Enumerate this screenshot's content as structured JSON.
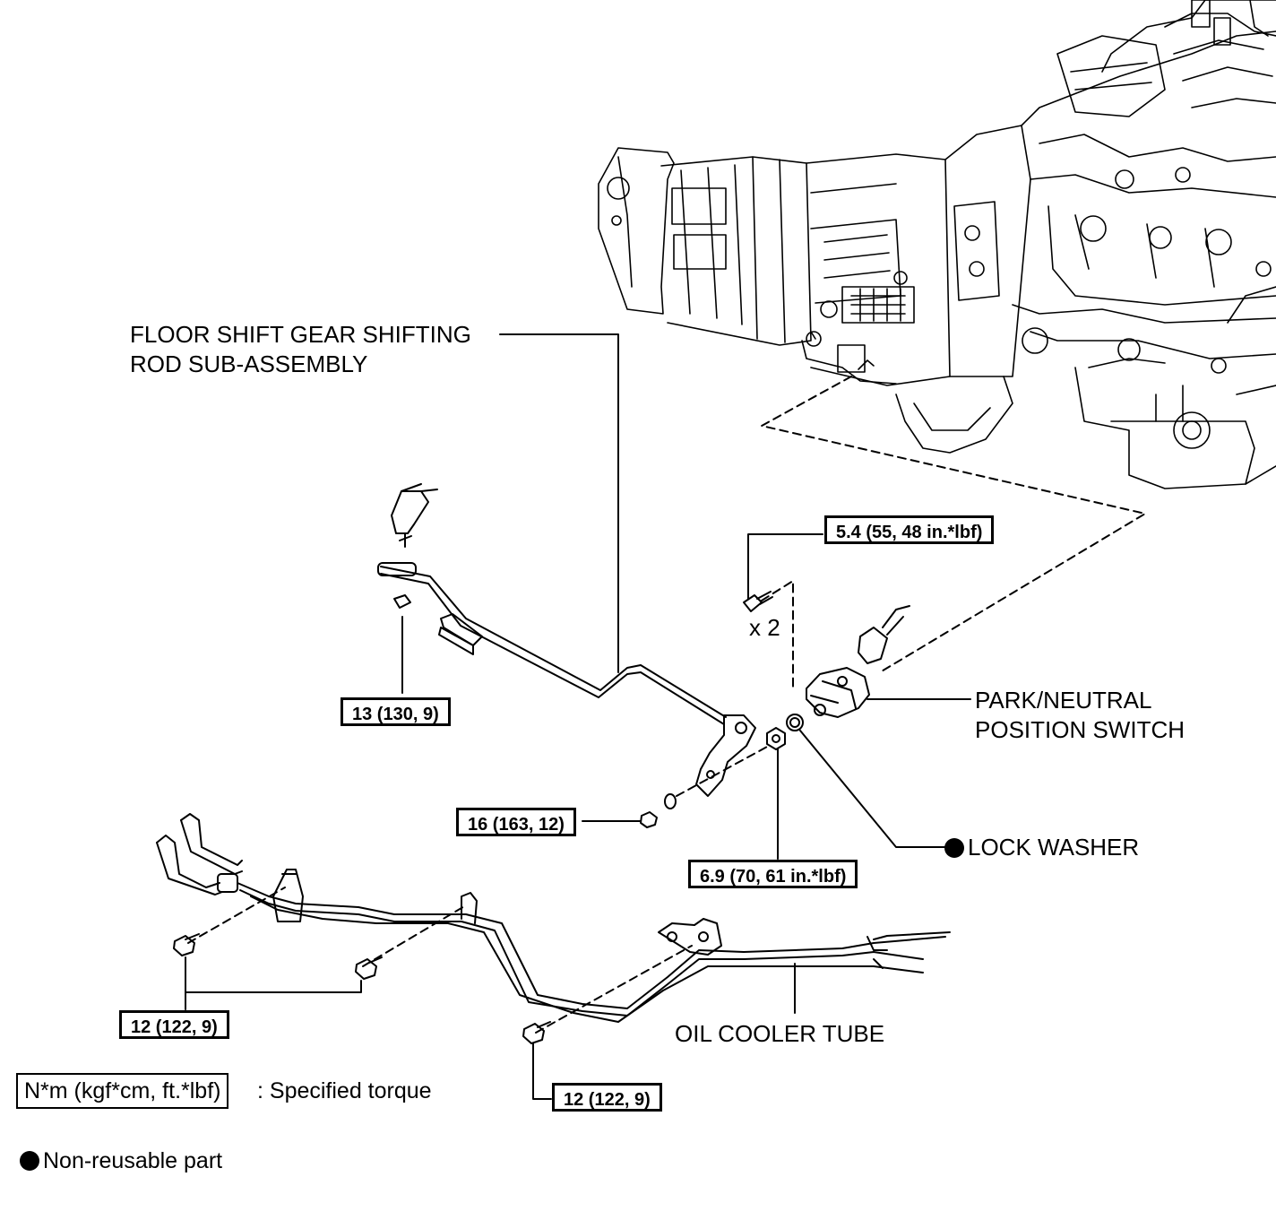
{
  "labels": {
    "shift_rod_line1": "FLOOR SHIFT GEAR SHIFTING",
    "shift_rod_line2": "ROD SUB-ASSEMBLY",
    "pnp_switch_line1": "PARK/NEUTRAL",
    "pnp_switch_line2": "POSITION SWITCH",
    "lock_washer": "LOCK WASHER",
    "oil_cooler_tube": "OIL COOLER TUBE",
    "bolt_qty": "x 2"
  },
  "torques": {
    "t_rod_nut": "13 (130, 9)",
    "t_switch_bolt": "5.4 (55, 48 in.*lbf)",
    "t_lever_nut": "16 (163, 12)",
    "t_switch_nut": "6.9 (70, 61 in.*lbf)",
    "t_tube_bolts_left": "12 (122, 9)",
    "t_tube_bolt_right": "12 (122, 9)"
  },
  "legend": {
    "torque_unit": "N*m (kgf*cm, ft.*lbf)",
    "torque_desc": ": Specified torque",
    "nonreusable_desc": "Non-reusable part"
  },
  "colors": {
    "ink": "#000000",
    "paper": "#ffffff"
  }
}
